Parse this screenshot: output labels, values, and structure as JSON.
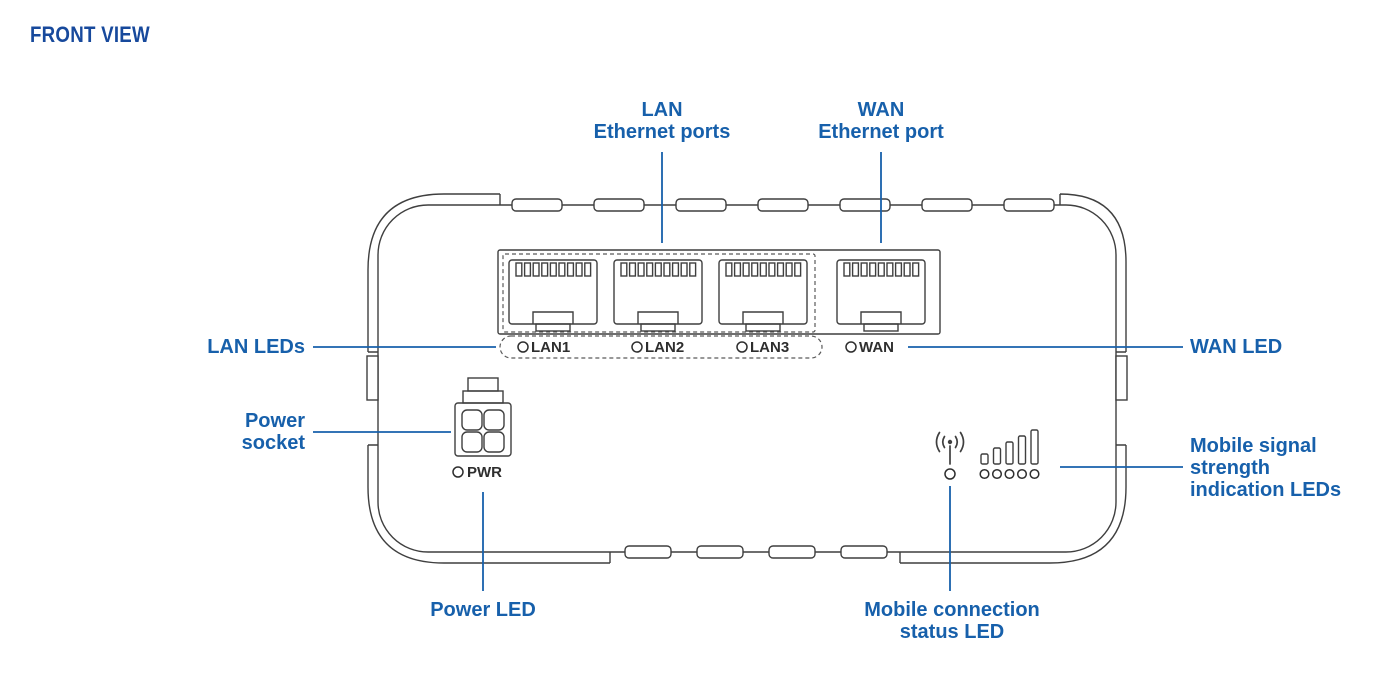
{
  "title": "FRONT VIEW",
  "colors": {
    "label_blue": "#1760ab",
    "title_blue": "#17499c",
    "outline_gray": "#3f3f3f",
    "port_text_dark": "#2e2e2e"
  },
  "callouts": {
    "lan_ports": {
      "line1": "LAN",
      "line2": "Ethernet ports"
    },
    "wan_port": {
      "line1": "WAN",
      "line2": "Ethernet port"
    },
    "lan_leds": "LAN LEDs",
    "wan_led": "WAN LED",
    "power_socket": {
      "line1": "Power",
      "line2": "socket"
    },
    "power_led": "Power LED",
    "mobile_signal": {
      "line1": "Mobile signal",
      "line2": "strength",
      "line3": "indication LEDs"
    },
    "mobile_status": {
      "line1": "Mobile connection",
      "line2": "status LED"
    }
  },
  "device": {
    "port_leds": [
      "LAN1",
      "LAN2",
      "LAN3",
      "WAN"
    ],
    "power_led": "PWR",
    "icons": {
      "antenna": "mobile-antenna-icon",
      "signal_bars": "signal-strength-bars-icon"
    }
  }
}
